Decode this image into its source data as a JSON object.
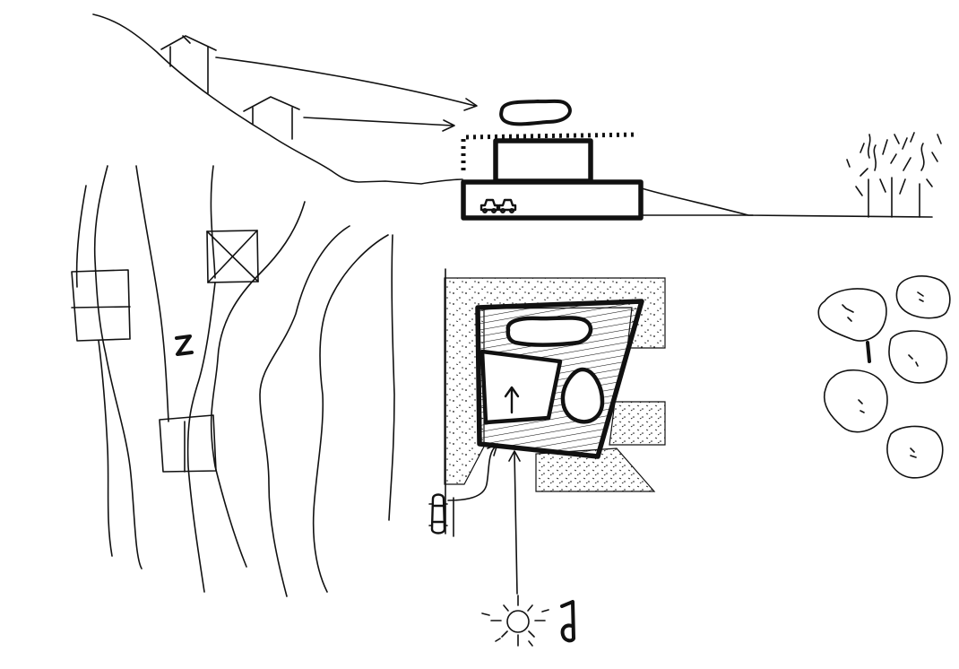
{
  "sketch": {
    "handwritten_marks": [
      "Z",
      "I",
      "J"
    ],
    "icons": [
      "car-icon",
      "car-icon",
      "car-icon"
    ]
  }
}
